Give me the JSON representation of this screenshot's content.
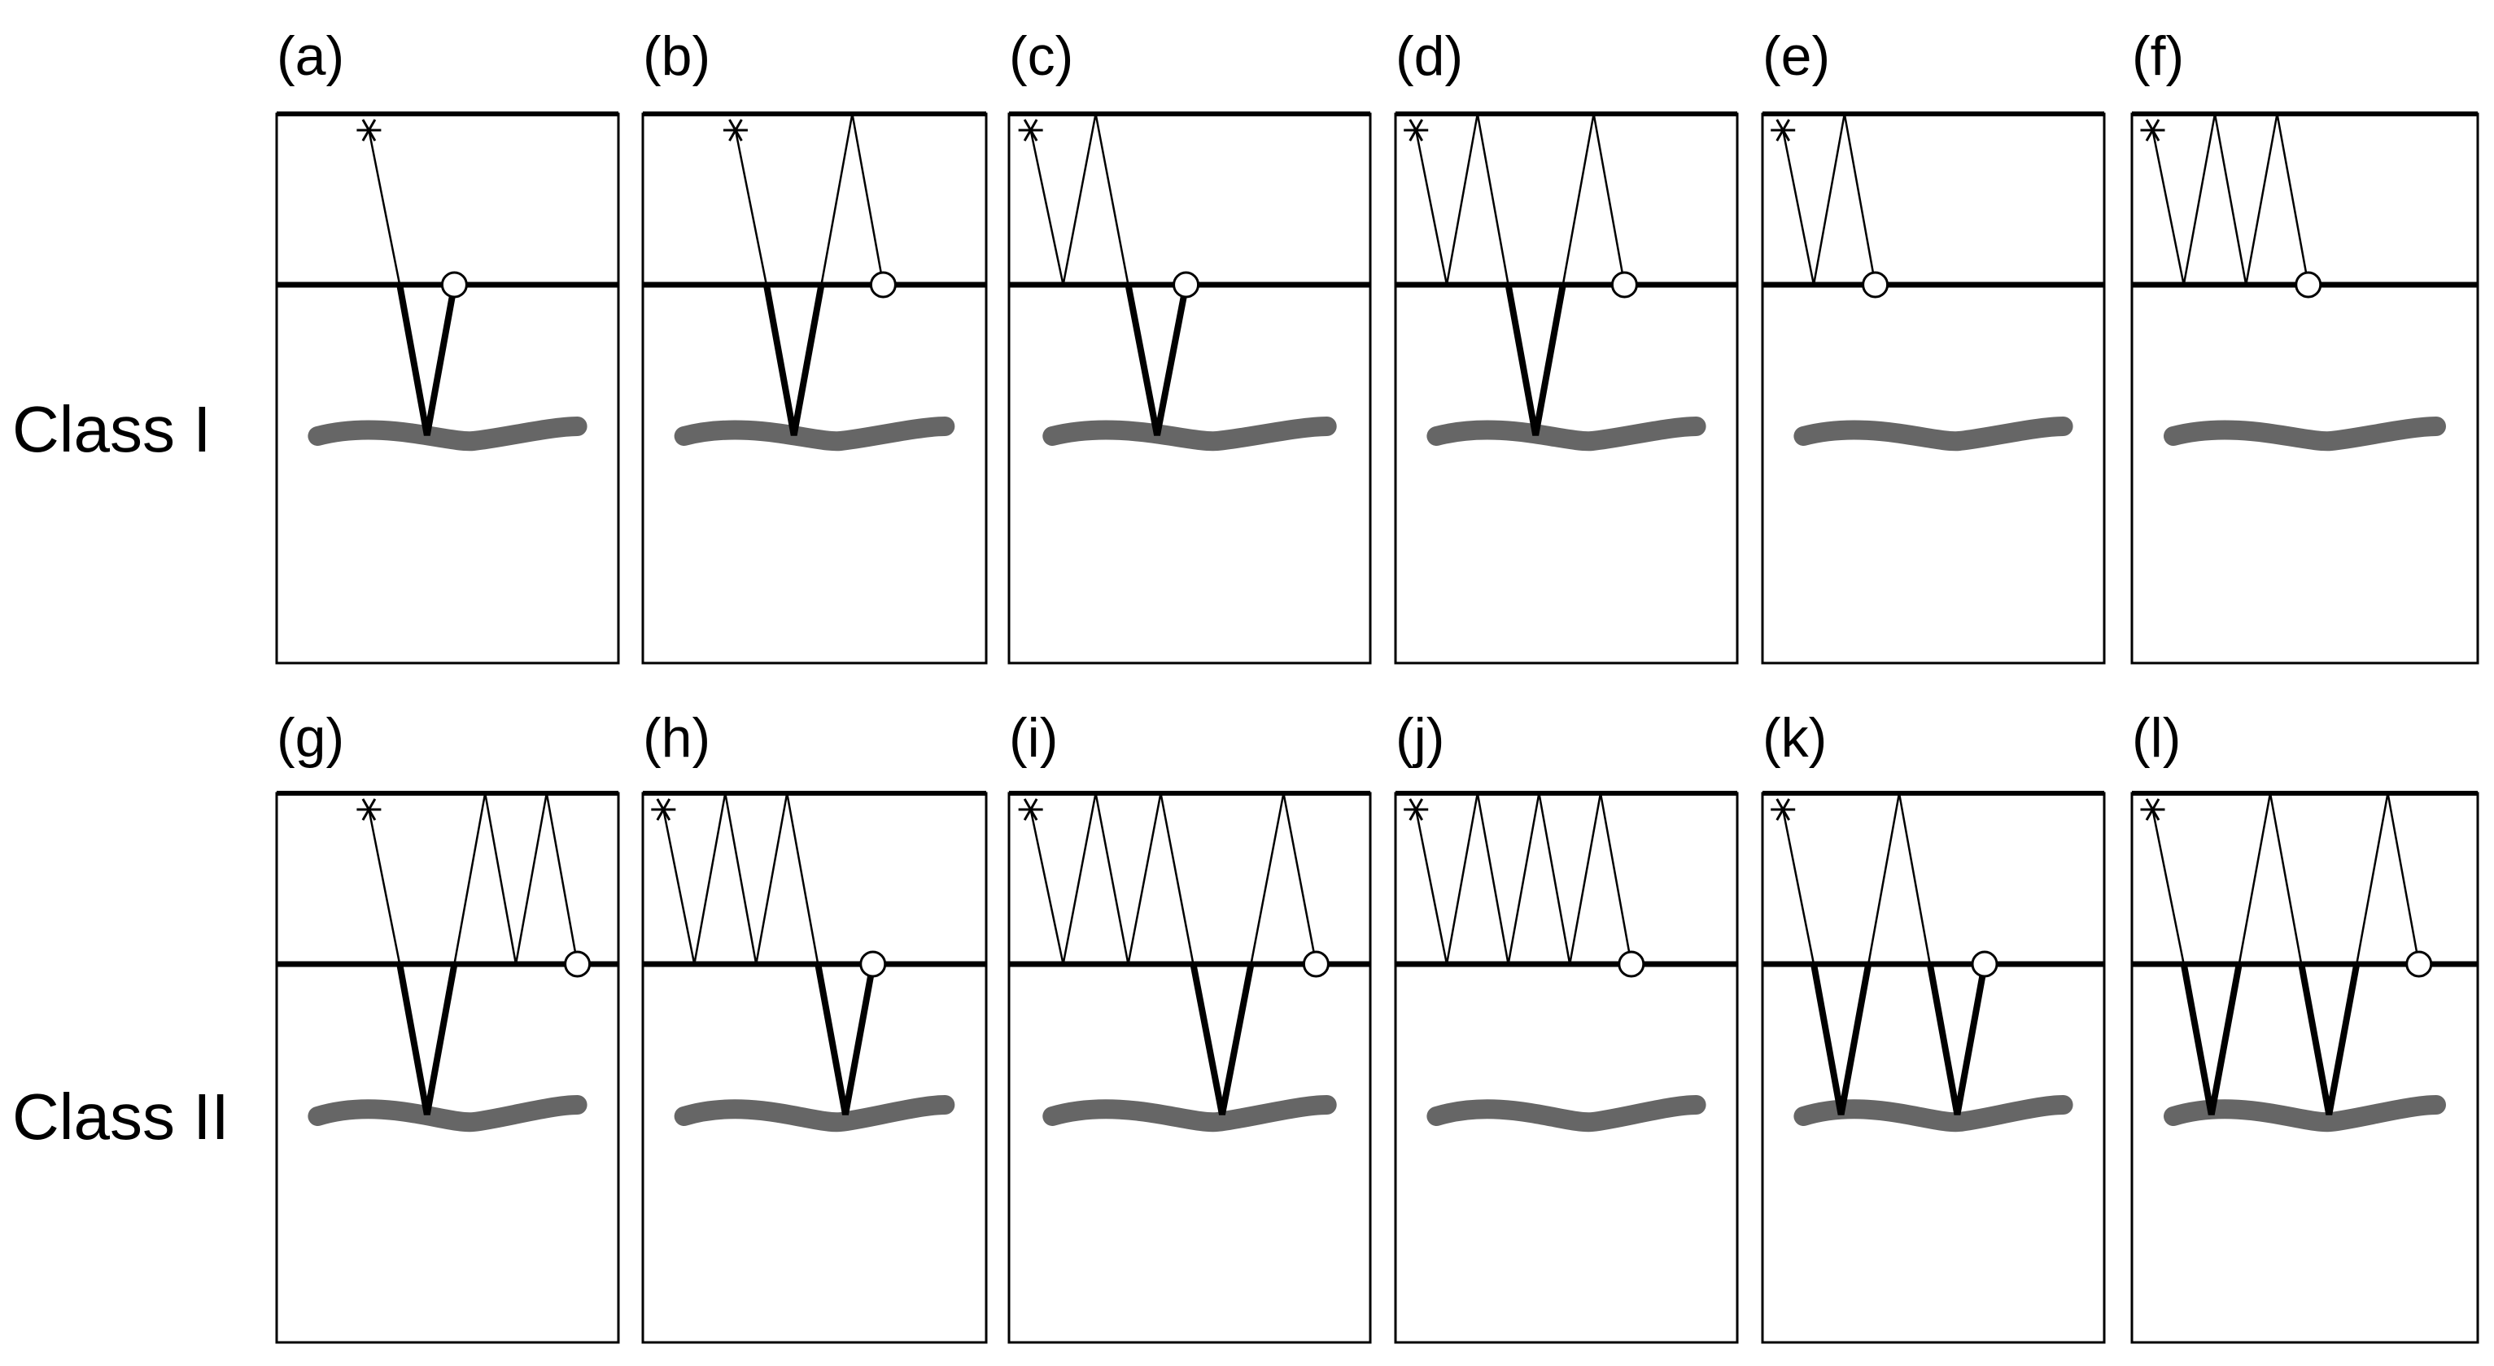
{
  "rows": [
    {
      "label": "Class I",
      "panels": [
        {
          "label": "(a)",
          "bounces_before": 0,
          "bounces_after": 0,
          "deep_paths": 1
        },
        {
          "label": "(b)",
          "bounces_before": 0,
          "bounces_after": 1,
          "deep_paths": 1
        },
        {
          "label": "(c)",
          "bounces_before": 1,
          "bounces_after": 0,
          "deep_paths": 1
        },
        {
          "label": "(d)",
          "bounces_before": 1,
          "bounces_after": 1,
          "deep_paths": 1
        },
        {
          "label": "(e)",
          "bounces_before": 1,
          "bounces_after": 0,
          "deep_paths": 0
        },
        {
          "label": "(f)",
          "bounces_before": 2,
          "bounces_after": 0,
          "deep_paths": 0
        }
      ]
    },
    {
      "label": "Class II",
      "panels": [
        {
          "label": "(g)",
          "bounces_before": 0,
          "bounces_after": 2,
          "deep_paths": 1
        },
        {
          "label": "(h)",
          "bounces_before": 2,
          "bounces_after": 0,
          "deep_paths": 1
        },
        {
          "label": "(i)",
          "bounces_before": 2,
          "bounces_after": 1,
          "deep_paths": 1
        },
        {
          "label": "(j)",
          "bounces_before": 3,
          "bounces_after": 0,
          "deep_paths": 0
        },
        {
          "label": "(k)",
          "bounces_before": 0,
          "bounces_after": 0,
          "deep_paths": 2
        },
        {
          "label": "(l)",
          "bounces_before": 0,
          "bounces_after": 1,
          "deep_paths": 2
        }
      ]
    }
  ],
  "legend": {
    "source_icon": "asterisk-icon",
    "receiver_icon": "open-circle-icon"
  },
  "colors": {
    "line": "#000000",
    "reflector": "#666666",
    "receiver_fill": "#ffffff"
  }
}
